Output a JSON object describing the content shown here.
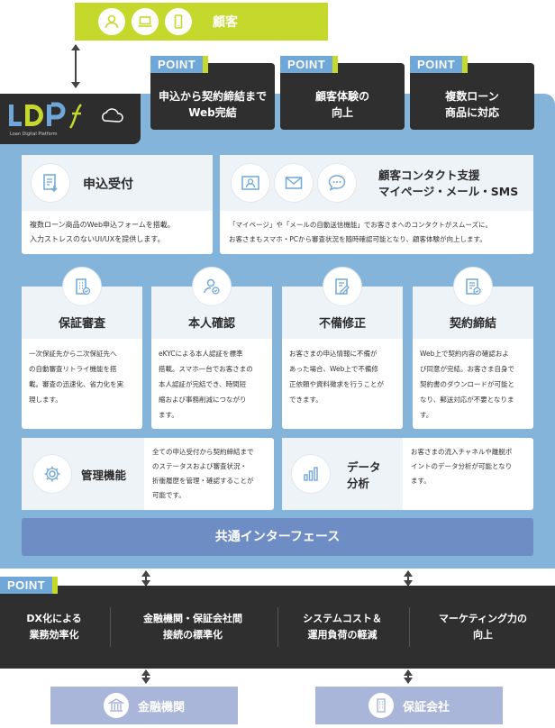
{
  "customer": {
    "label": "顧客",
    "icons": [
      "person-icon",
      "laptop-icon",
      "smartphone-icon"
    ]
  },
  "logo": {
    "mark": "LDPf",
    "subtitle": "Loan Digital Platform",
    "cloud_icon": "cloud-icon"
  },
  "points_top": [
    {
      "tag": "POINT",
      "line1": "申込から契約締結まで",
      "line2": "Web完結"
    },
    {
      "tag": "POINT",
      "line1": "顧客体験の",
      "line2": "向上"
    },
    {
      "tag": "POINT",
      "line1": "複数ローン",
      "line2": "商品に対応"
    }
  ],
  "apply": {
    "title": "申込受付",
    "icon": "application-form-icon",
    "line1": "複数ローン商品のWeb申込フォームを搭載。",
    "line2": "入力ストレスのないUI/UXを提供します。"
  },
  "contact": {
    "title1": "顧客コンタクト支援",
    "title2": "マイページ・メール・SMS",
    "icons": [
      "profile-icon",
      "mail-icon",
      "chat-icon"
    ],
    "line1": "「マイページ」や「メールの自動送信機能」でお客さまへのコンタクトがスムーズに。",
    "line2": "お客さまもスマホ・PCから審査状況を随時確認可能となり、顧客体験が向上します。"
  },
  "features": [
    {
      "title": "保証審査",
      "icon": "building-check-icon",
      "lines": [
        "一次保証先から二次保証先へ",
        "の自動審査リトライ機能を搭",
        "載。審査の迅速化、省力化を実",
        "現します。"
      ]
    },
    {
      "title": "本人確認",
      "icon": "user-check-icon",
      "lines": [
        "eKYCによる本人認証を標準",
        "搭載。スマホ一台でお客さまの",
        "本人認証が完結でき、時間短",
        "縮および事務削減につながり",
        "ます。"
      ]
    },
    {
      "title": "不備修正",
      "icon": "document-edit-icon",
      "lines": [
        "お客さまの申込情報に不備が",
        "あった場合、Web上で不備修",
        "正依頼や資料徴求を行うことが",
        "できます。"
      ]
    },
    {
      "title": "契約締結",
      "icon": "contract-check-icon",
      "lines": [
        "Web上で契約内容の確認およ",
        "び同意が完結。お客さま自身で",
        "契約書のダウンロードが可能と",
        "なり、郵送対応が不要となりま",
        "す。"
      ]
    }
  ],
  "management": {
    "title": "管理機能",
    "icon": "gear-icon",
    "lines": [
      "全ての申込受付から契約締結まで",
      "のステータスおよび審査状況・",
      "折衝履歴を管理・確認することが",
      "可能です。"
    ]
  },
  "analytics": {
    "title1": "データ",
    "title2": "分析",
    "icon": "bar-chart-icon",
    "lines": [
      "お客さまの流入チャネルや離脱ポ",
      "イントのデータ分析が可能となり",
      "ます。"
    ]
  },
  "common_interface": "共通インターフェース",
  "bottom": {
    "tag": "POINT",
    "items": [
      {
        "line1": "DX化による",
        "line2": "業務効率化"
      },
      {
        "line1": "金融機関・保証会社間",
        "line2": "接続の標準化"
      },
      {
        "line1": "システムコスト＆",
        "line2": "運用負荷の軽減"
      },
      {
        "line1": "マーケティング力の",
        "line2": "向上"
      }
    ]
  },
  "destinations": [
    {
      "label": "金融機関",
      "icon": "bank-icon"
    },
    {
      "label": "保証会社",
      "icon": "office-building-icon"
    }
  ],
  "colors": {
    "lime": "#c5d92d",
    "frame_blue": "#85b4da",
    "dark": "#2f2f2f",
    "tag_blue": "#6fa8d8",
    "interface_blue": "#6d8dc4",
    "dest_blue": "#a9b6d9"
  }
}
